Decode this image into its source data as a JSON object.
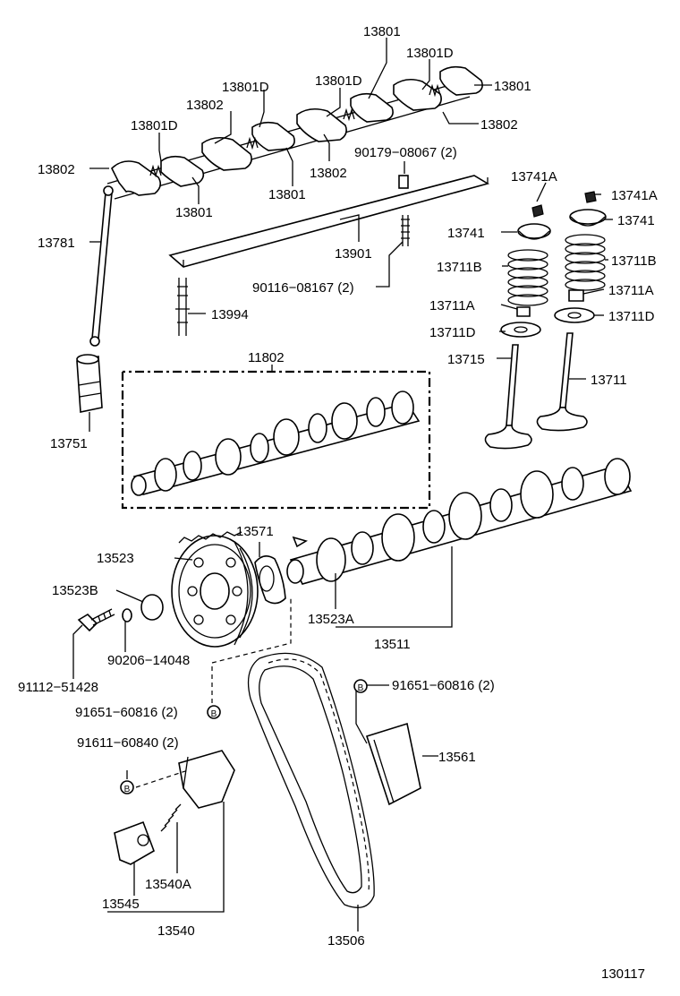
{
  "diagram_id": "130117",
  "callout_letter": "B",
  "labels": {
    "l13801_top": "13801",
    "l13801D_top": "13801D",
    "l13801_right": "13801",
    "l13801D_a": "13801D",
    "l13801D_b": "13801D",
    "l13802_a": "13802",
    "l13801D_c": "13801D",
    "l13802_right": "13802",
    "l13802_left": "13802",
    "l90179": "90179−08067 (2)",
    "l13802_mid": "13802",
    "l13801_low1": "13801",
    "l13801_low2": "13801",
    "l13781": "13781",
    "l13741A_a": "13741A",
    "l13741A_b": "13741A",
    "l13741_a": "13741",
    "l13741_b": "13741",
    "l13901": "13901",
    "l13711B_a": "13711B",
    "l13711B_b": "13711B",
    "l90116": "90116−08167 (2)",
    "l13711A_a": "13711A",
    "l13711A_b": "13711A",
    "l13994": "13994",
    "l13711D_a": "13711D",
    "l13711D_b": "13711D",
    "l11802": "11802",
    "l13715": "13715",
    "l13711": "13711",
    "l13751": "13751",
    "l13571": "13571",
    "l13523": "13523",
    "l13523B": "13523B",
    "l13523A": "13523A",
    "l13511": "13511",
    "l90206": "90206−14048",
    "l91112": "91112−51428",
    "l91651_a": "91651−60816 (2)",
    "l91651_b": "91651−60816 (2)",
    "l91611": "91611−60840 (2)",
    "l13561": "13561",
    "l13540A": "13540A",
    "l13545": "13545",
    "l13540": "13540",
    "l13506": "13506"
  }
}
